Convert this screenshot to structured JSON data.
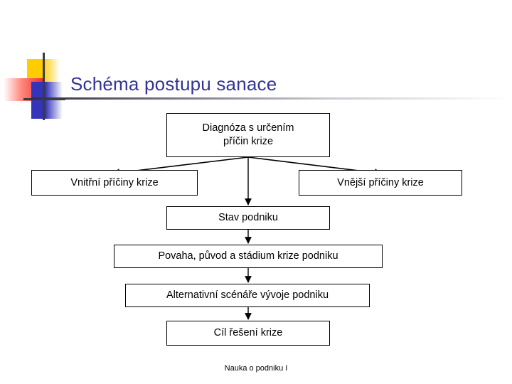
{
  "slide": {
    "title": "Schéma postupu sanace",
    "footer": "Nauka o podniku I",
    "colors": {
      "title": "#333399",
      "logo_yellow": "#FFCC00",
      "logo_red": "#F03030",
      "logo_blue": "#3333BB",
      "logo_cross": "#3A3A46",
      "node_border": "#000000",
      "node_text": "#000000"
    }
  },
  "diagram": {
    "type": "flowchart",
    "nodes": {
      "diagnoza": {
        "line1": "Diagnóza s určením",
        "line2": "příčin krize"
      },
      "vnitrni": {
        "label": "Vnitřní příčiny krize"
      },
      "vnejsi": {
        "label": "Vnější příčiny krize"
      },
      "stav": {
        "label": "Stav podniku"
      },
      "povaha": {
        "label": "Povaha, původ a stádium krize podniku"
      },
      "alternativy": {
        "label": "Alternativní scénáře vývoje podniku"
      },
      "cil": {
        "label": "Cíl řešení krize"
      }
    },
    "edges": [
      {
        "from": "diagnoza",
        "to": "vnitrni",
        "style": "diagonal-arrow-left"
      },
      {
        "from": "diagnoza",
        "to": "vnejsi",
        "style": "diagonal-arrow-right"
      },
      {
        "from": "diagnoza",
        "to": "stav",
        "style": "vertical-arrow"
      },
      {
        "from": "stav",
        "to": "povaha",
        "style": "vertical-arrow"
      },
      {
        "from": "povaha",
        "to": "alternativy",
        "style": "vertical-arrow"
      },
      {
        "from": "alternativy",
        "to": "cil",
        "style": "vertical-arrow"
      }
    ]
  }
}
